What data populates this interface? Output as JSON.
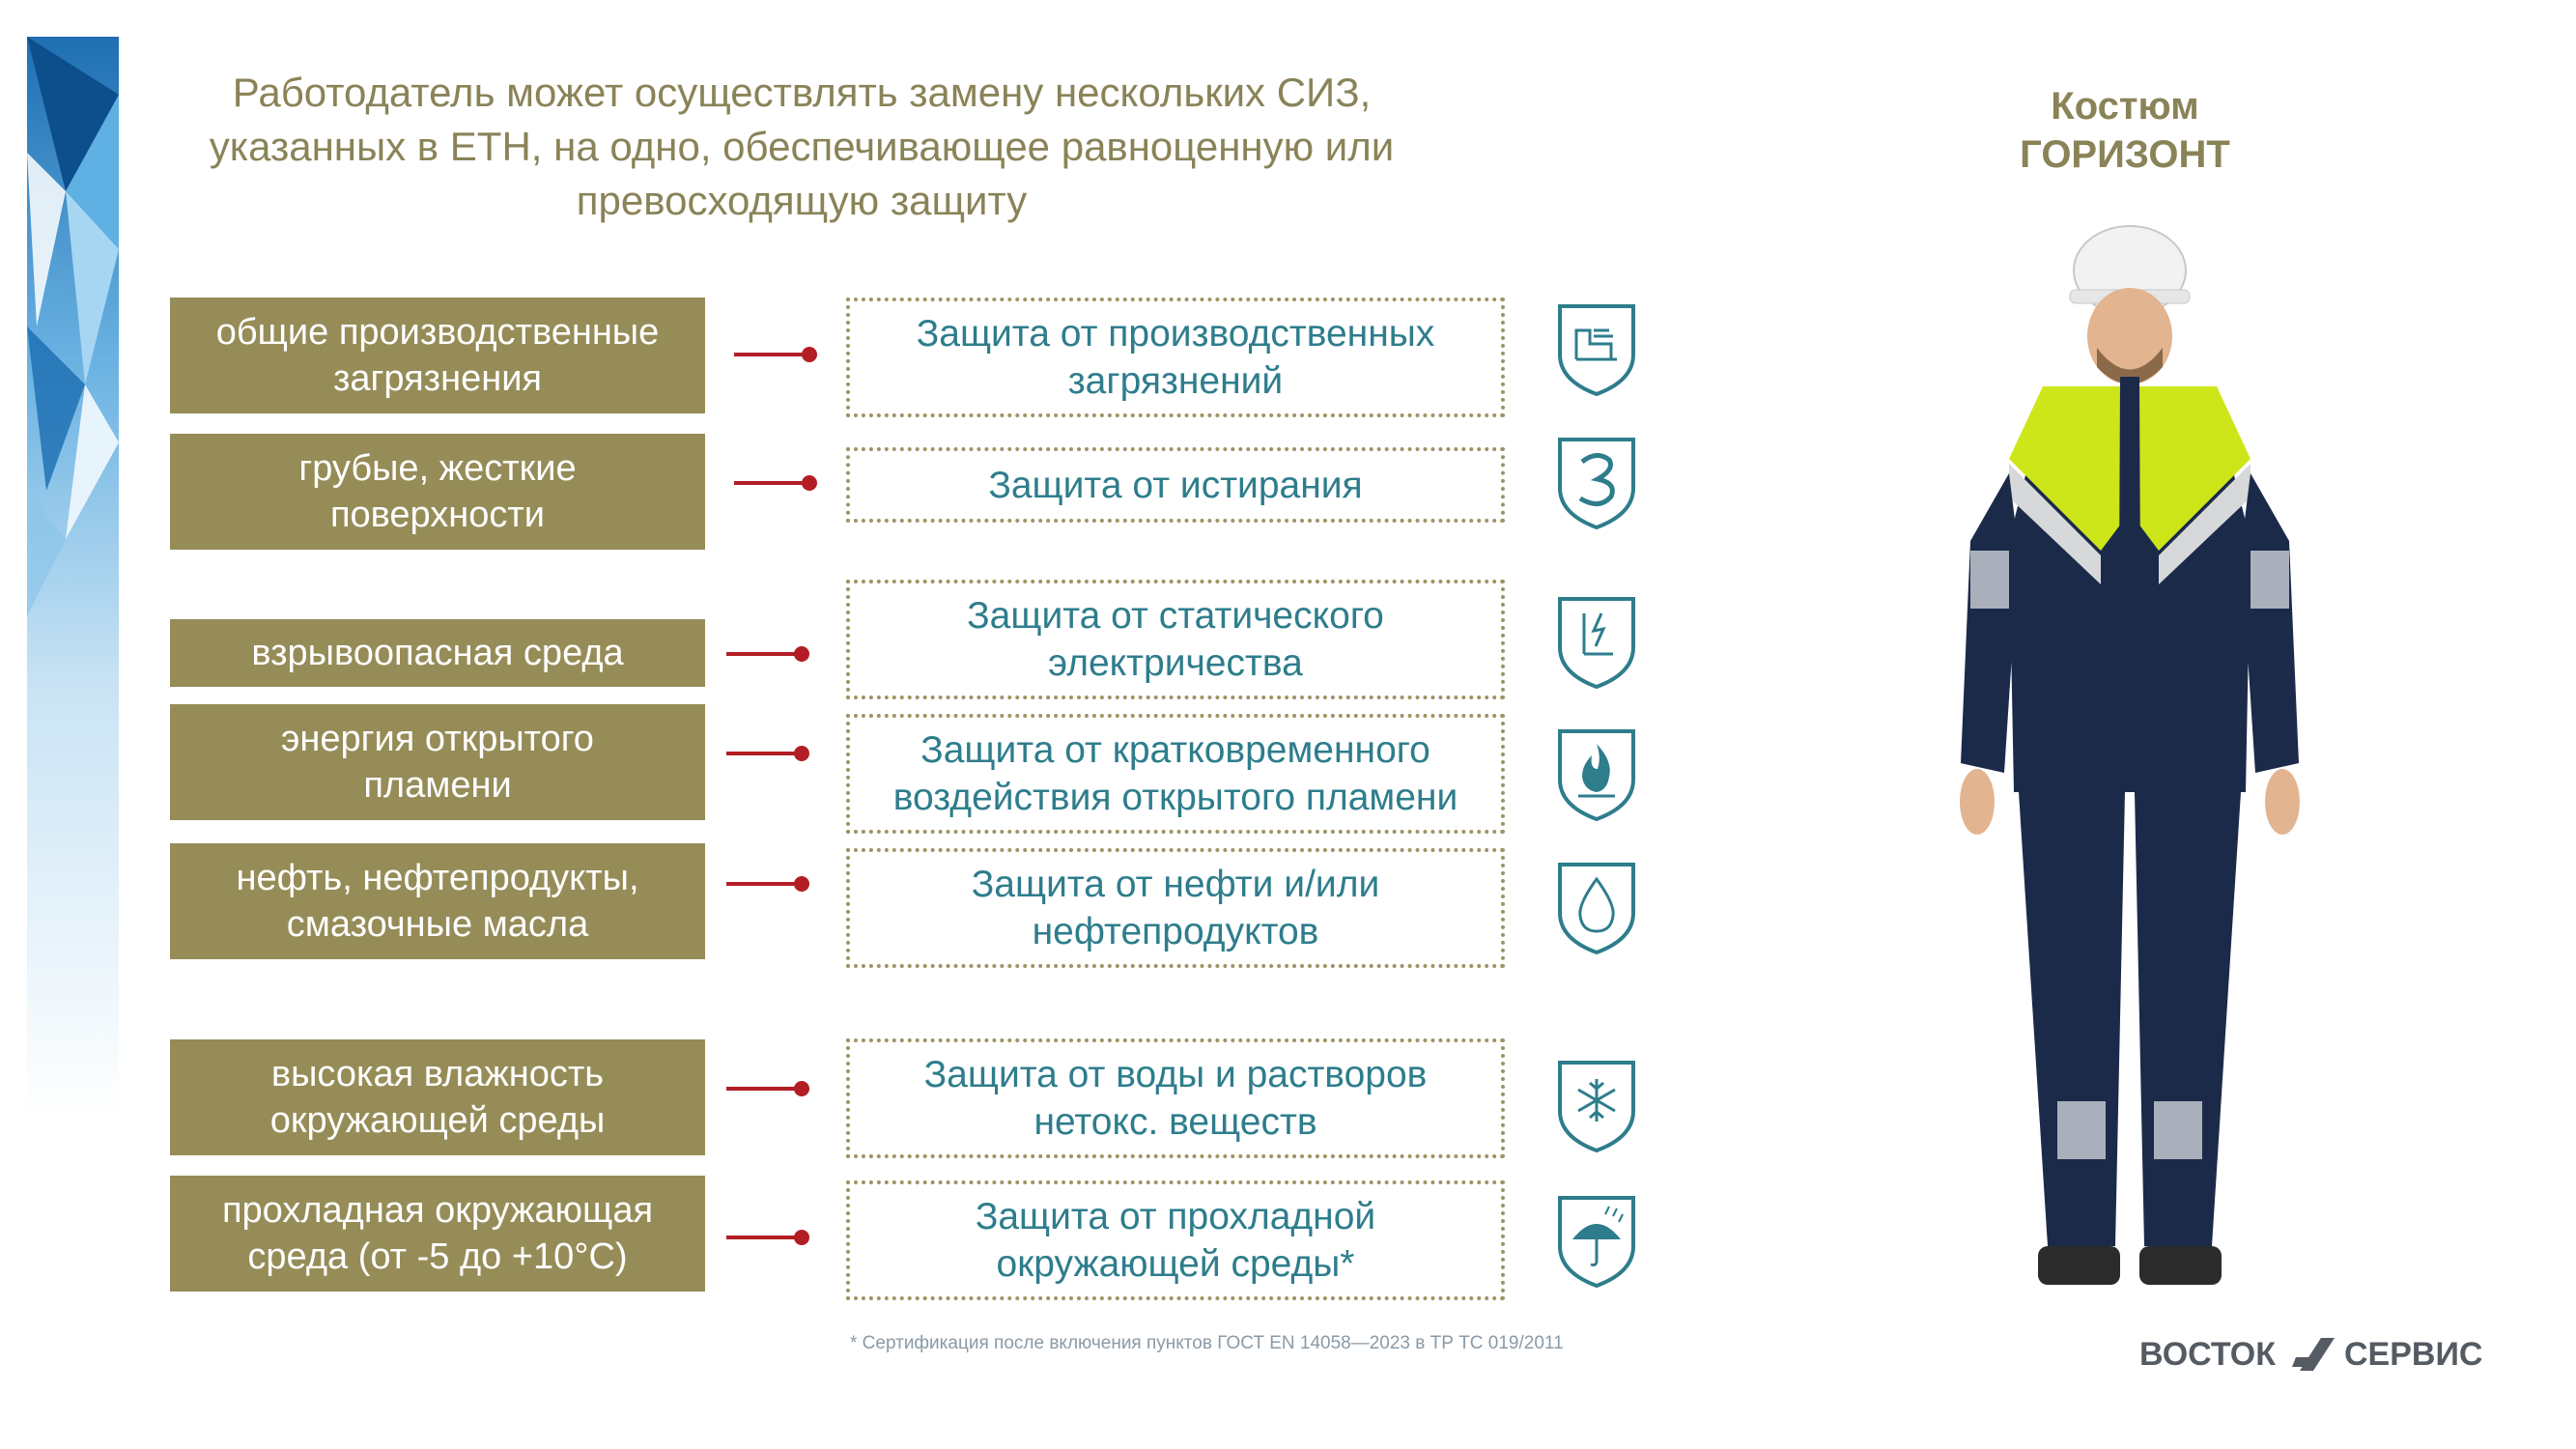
{
  "title_lines": [
    "Работодатель может осуществлять замену нескольких СИЗ,",
    "указанных в ЕТН, на одно, обеспечивающее равноценную или",
    "превосходящую защиту"
  ],
  "product": {
    "line1": "Костюм",
    "line2": "ГОРИЗОНТ"
  },
  "hazards": [
    {
      "line1": "общие производственные",
      "line2": "загрязнения"
    },
    {
      "line1": "грубые, жесткие",
      "line2": "поверхности"
    },
    {
      "line1": "взрывоопасная среда",
      "line2": ""
    },
    {
      "line1": "энергия открытого",
      "line2": "пламени"
    },
    {
      "line1": "нефть, нефтепродукты,",
      "line2": "смазочные масла"
    },
    {
      "line1": "высокая влажность",
      "line2": "окружающей среды"
    },
    {
      "line1": "прохладная окружающая",
      "line2": "среда (от -5 до +10°С)"
    }
  ],
  "protections": [
    {
      "line1": "Защита от производственных",
      "line2": "загрязнений",
      "icon": "industrial-pollution-icon"
    },
    {
      "line1": "Защита от истирания",
      "line2": "",
      "icon": "abrasion-icon"
    },
    {
      "line1": "Защита от статического",
      "line2": "электричества",
      "icon": "static-electricity-icon"
    },
    {
      "line1": "Защита от кратковременного",
      "line2": "воздействия открытого пламени",
      "icon": "flame-icon"
    },
    {
      "line1": "Защита от нефти и/или",
      "line2": "нефтепродуктов",
      "icon": "oil-drop-icon"
    },
    {
      "line1": "Защита от воды и растворов",
      "line2": "нетокс. веществ",
      "icon": "snowflake-icon"
    },
    {
      "line1": "Защита от прохладной",
      "line2": "окружающей среды*",
      "icon": "umbrella-rain-icon"
    }
  ],
  "footnote": "* Сертификация после включения пунктов ГОСТ EN 14058—2023 в ТР ТС 019/2011",
  "logo": {
    "left": "ВОСТОК",
    "right": "СЕРВИС"
  },
  "colors": {
    "hazard_bg": "#968c58",
    "protection_text": "#2e7d8c",
    "connector": "#b21e24",
    "title": "#8a8358"
  }
}
